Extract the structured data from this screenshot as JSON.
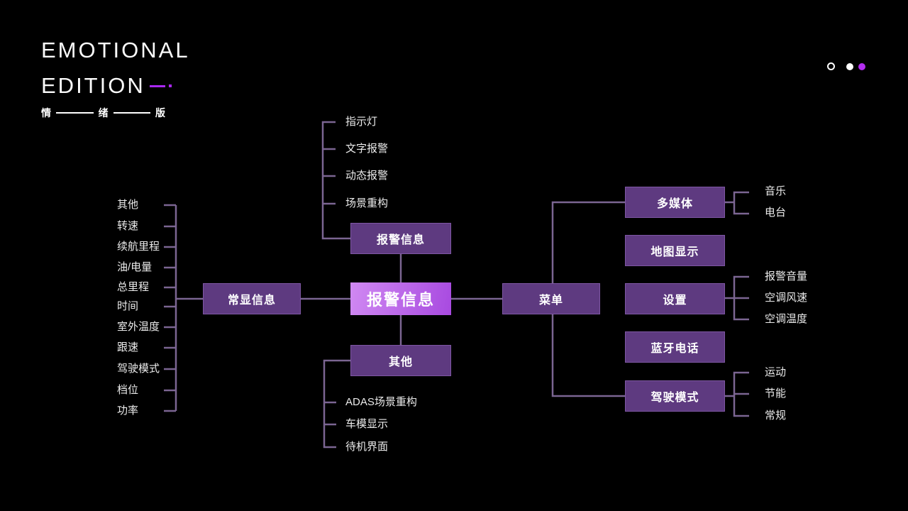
{
  "header": {
    "title_line1": "EMOTIONAL",
    "title_line2": "EDITION",
    "subtitle": {
      "char1": "情",
      "char2": "绪",
      "char3": "版"
    }
  },
  "diagram": {
    "center": "报警信息",
    "left_branch": {
      "box": "常显信息",
      "items": [
        "其他",
        "转速",
        "续航里程",
        "油/电量",
        "总里程",
        "时间",
        "室外温度",
        "跟速",
        "驾驶模式",
        "档位",
        "功率"
      ]
    },
    "alarm_branch": {
      "box": "报警信息",
      "items": [
        "指示灯",
        "文字报警",
        "动态报警",
        "场景重构"
      ]
    },
    "other_branch": {
      "box": "其他",
      "items": [
        "ADAS场景重构",
        "车模显示",
        "待机界面"
      ]
    },
    "menu_branch": {
      "box": "菜单",
      "children": [
        {
          "label": "多媒体",
          "items": [
            "音乐",
            "电台"
          ]
        },
        {
          "label": "地图显示",
          "items": []
        },
        {
          "label": "设置",
          "items": [
            "报警音量",
            "空调风速",
            "空调温度"
          ]
        },
        {
          "label": "蓝牙电话",
          "items": []
        },
        {
          "label": "驾驶模式",
          "items": [
            "运动",
            "节能",
            "常规"
          ]
        }
      ]
    }
  },
  "colors": {
    "bg": "#000000",
    "box": "#5e3a80",
    "box-border": "#7e57a3",
    "line": "#7b6592",
    "grad-start": "#d089f2",
    "grad-end": "#a84ae0",
    "accent": "#a928f5",
    "text": "#ffffff"
  }
}
